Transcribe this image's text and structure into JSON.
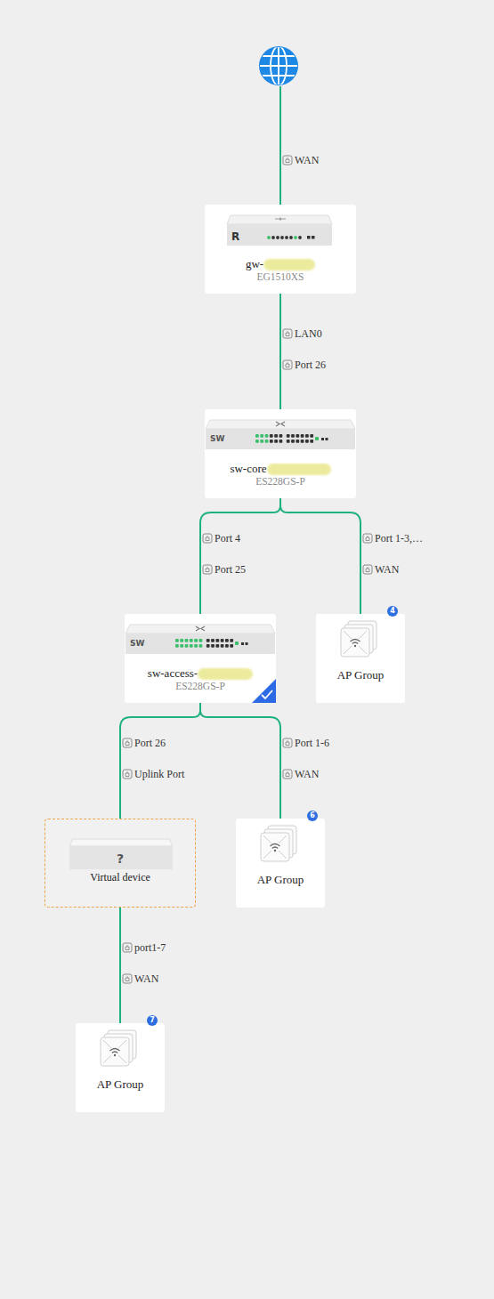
{
  "diagram": {
    "nodes": [
      {
        "text": [
          "R",
          "gw-",
          "EG1510XS"
        ]
      },
      {
        "text": [
          "SW",
          "sw-core",
          "ES228GS-P"
        ]
      },
      {
        "text": [
          "SW",
          "sw-access-",
          "ES228GS-P"
        ]
      },
      {
        "text": [
          "4",
          "AP Group"
        ]
      },
      {
        "text": [
          "?",
          "Virtual device"
        ]
      },
      {
        "text": [
          "6",
          "AP Group"
        ]
      },
      {
        "text": [
          "7",
          "AP Group"
        ]
      }
    ],
    "edges": [
      {
        "from": 0,
        "to": 1,
        "arrow": "none",
        "label": "LAN0"
      },
      {
        "from": 1,
        "to": 2,
        "arrow": "none",
        "label": "Port 4"
      },
      {
        "from": 1,
        "to": 3,
        "arrow": "none",
        "label": "Port 1-3,…"
      },
      {
        "from": 2,
        "to": 4,
        "arrow": "none",
        "label": "Port 26"
      },
      {
        "from": 2,
        "to": 5,
        "arrow": "none",
        "label": "Port 1-6"
      },
      {
        "from": 4,
        "to": 6,
        "arrow": "none",
        "label": "port1-7"
      }
    ],
    "labels": [
      "WAN",
      "Port 26",
      "Port 25",
      "WAN",
      "Uplink Port",
      "WAN",
      "WAN"
    ]
  }
}
